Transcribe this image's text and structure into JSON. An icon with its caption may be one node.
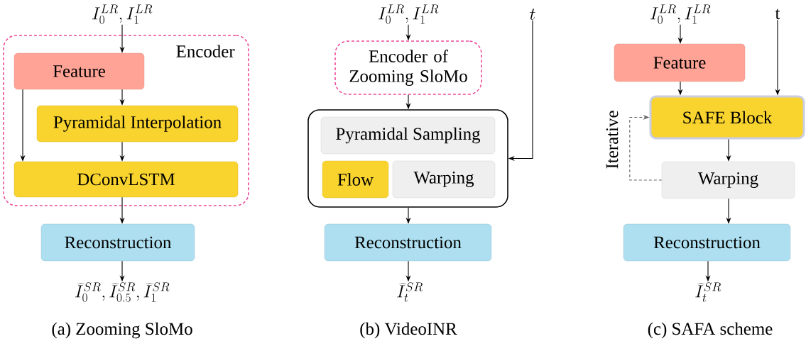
{
  "diagram": {
    "nodes": [
      {
        "text": [
          "I_0^{LR}, I_1^{LR}"
        ]
      },
      {
        "text": [
          "Encoder"
        ]
      },
      {
        "text": [
          "Feature"
        ],
        "in": 1
      },
      {
        "text": [
          "Pyramidal Interpolation"
        ],
        "in": 1
      },
      {
        "text": [
          "DConvLSTM"
        ],
        "in": 1
      },
      {
        "text": [
          "Reconstruction"
        ]
      },
      {
        "text": [
          "\\widehat{I}_{0}^{SR}, \\widehat{I}_{0.5}^{SR}, \\widehat{I}_{1}^{SR}"
        ]
      },
      {
        "text": [
          "I_0^{LR}, I_1^{LR}"
        ]
      },
      {
        "text": [
          "t"
        ]
      },
      {
        "text": [
          "Encoder of Zooming SloMo"
        ]
      },
      {
        "text": [],
        "shape": "box"
      },
      {
        "text": [
          "Pyramidal Sampling"
        ],
        "in": 10
      },
      {
        "text": [
          "Flow"
        ],
        "in": 10
      },
      {
        "text": [
          "Warping"
        ],
        "in": 10
      },
      {
        "text": [
          "Reconstruction"
        ]
      },
      {
        "text": [
          "\\widehat{I}_{t}^{SR}"
        ]
      },
      {
        "text": [
          "I_0^{LR}, I_1^{LR}"
        ]
      },
      {
        "text": [
          "t"
        ]
      },
      {
        "text": [
          "Feature"
        ]
      },
      {
        "text": [
          "SAFE Block"
        ]
      },
      {
        "text": [
          "Warping"
        ]
      },
      {
        "text": [
          "Reconstruction"
        ]
      },
      {
        "text": [
          "\\widehat{I}_{t}^{SR}"
        ]
      }
    ],
    "edges": [
      {
        "from": 0,
        "to": 2,
        "arrow": "to"
      },
      {
        "from": 2,
        "to": 3,
        "arrow": "to"
      },
      {
        "from": 2,
        "to": 4,
        "arrow": "to"
      },
      {
        "from": 3,
        "to": 4,
        "arrow": "to"
      },
      {
        "from": 4,
        "to": 5,
        "arrow": "to"
      },
      {
        "from": 5,
        "to": 6,
        "arrow": "to"
      },
      {
        "from": 7,
        "to": 9,
        "arrow": "to"
      },
      {
        "from": 9,
        "to": 10,
        "arrow": "to"
      },
      {
        "from": 8,
        "to": 10,
        "arrow": "to"
      },
      {
        "from": 10,
        "to": 14,
        "arrow": "to"
      },
      {
        "from": 14,
        "to": 15,
        "arrow": "to"
      },
      {
        "from": 16,
        "to": 18,
        "arrow": "to"
      },
      {
        "from": 18,
        "to": 19,
        "arrow": "to"
      },
      {
        "from": 17,
        "to": 19,
        "arrow": "to"
      },
      {
        "from": 19,
        "to": 20,
        "arrow": "to"
      },
      {
        "from": 20,
        "to": 19,
        "arrow": "to",
        "label": "Iterative",
        "style": "dashed",
        "color": "#666666"
      },
      {
        "from": 20,
        "to": 21,
        "arrow": "to"
      },
      {
        "from": 21,
        "to": 22,
        "arrow": "to"
      }
    ],
    "labels": [
      "(a) Zooming SloMo",
      "(b) VideoINR",
      "(c) SAFA scheme"
    ]
  }
}
